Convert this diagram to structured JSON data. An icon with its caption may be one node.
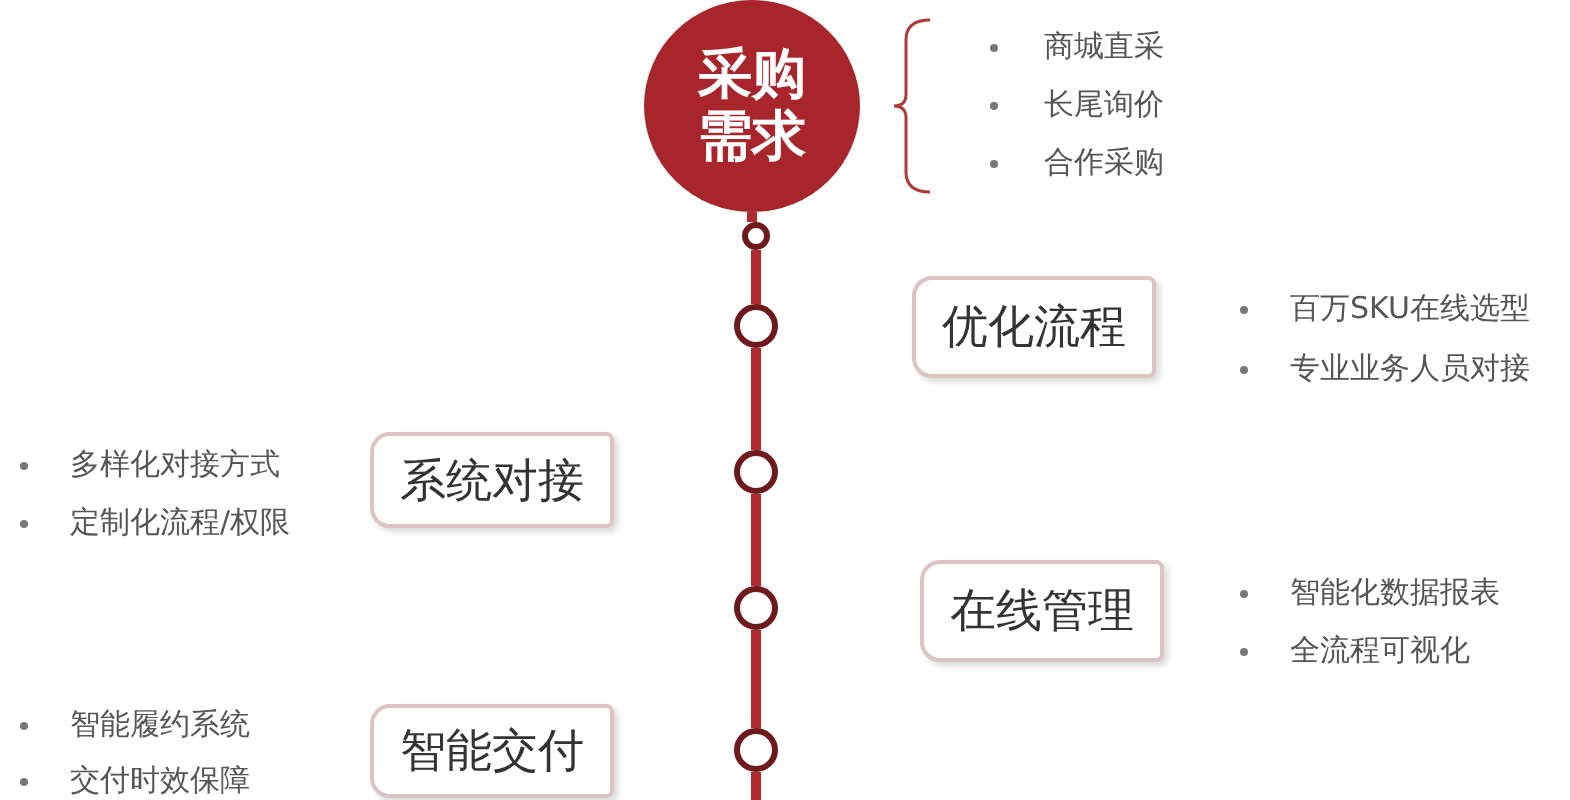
{
  "diagram": {
    "nodes": [
      {
        "text": [
          "采购需求"
        ],
        "beside": [
          "商城直采",
          "长尾询价",
          "合作采购"
        ]
      },
      {
        "text": [],
        "shape": "circle"
      },
      {
        "text": [],
        "shape": "circle"
      },
      {
        "text": [
          "优化流程"
        ],
        "beside": [
          "百万SKU在线选型",
          "专业业务人员对接"
        ]
      },
      {
        "text": [],
        "shape": "circle"
      },
      {
        "text": [
          "系统对接"
        ],
        "beside": [
          "多样化对接方式",
          "定制化流程/权限"
        ]
      },
      {
        "text": [],
        "shape": "circle"
      },
      {
        "text": [
          "在线管理"
        ],
        "beside": [
          "智能化数据报表",
          "全流程可视化"
        ]
      },
      {
        "text": [],
        "shape": "circle"
      },
      {
        "text": [
          "智能交付"
        ],
        "beside": [
          "智能履约系统",
          "交付时效保障"
        ]
      }
    ],
    "edges": [
      {
        "from": 0,
        "to": 1,
        "arrow": "none"
      },
      {
        "from": 1,
        "to": 2,
        "arrow": "none"
      },
      {
        "from": 2,
        "to": 4,
        "arrow": "none"
      },
      {
        "from": 4,
        "to": 6,
        "arrow": "none"
      },
      {
        "from": 6,
        "to": 8,
        "arrow": "none"
      },
      {
        "from": 8,
        "to": null,
        "arrow": "none"
      }
    ]
  }
}
